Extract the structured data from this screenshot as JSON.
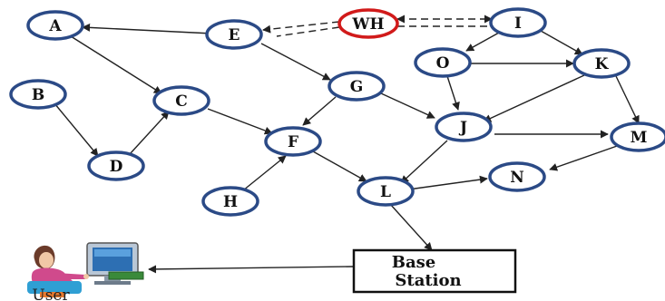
{
  "nodes": {
    "A": "A",
    "B": "B",
    "C": "C",
    "D": "D",
    "E": "E",
    "F": "F",
    "G": "G",
    "H": "H",
    "I": "I",
    "J": "J",
    "K": "K",
    "L": "L",
    "M": "M",
    "N": "N",
    "O": "O",
    "WH": "WH"
  },
  "base_station": {
    "line1": "Base",
    "line2": "Station"
  },
  "user": {
    "label": "User"
  },
  "colors": {
    "node_stroke": "#2b4a86",
    "wormhole_stroke": "#d11a1a",
    "edge": "#222222"
  }
}
